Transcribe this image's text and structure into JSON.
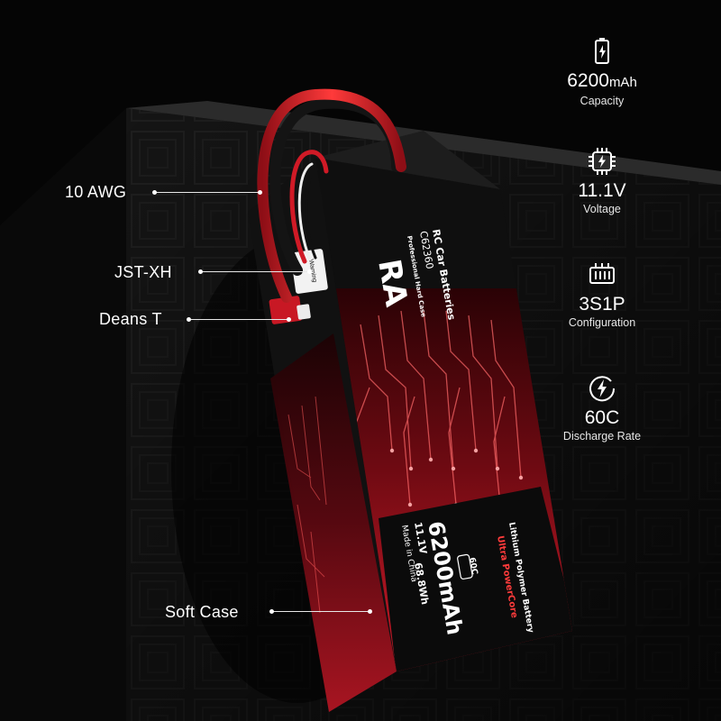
{
  "callouts": {
    "awg": "10 AWG",
    "jst": "JST-XH",
    "deans": "Deans T",
    "case": "Soft Case"
  },
  "specs": [
    {
      "icon": "battery-icon",
      "value": "6200",
      "unit": "mAh",
      "label": "Capacity"
    },
    {
      "icon": "cpu-bolt-icon",
      "value": "11.1V",
      "unit": "",
      "label": "Voltage"
    },
    {
      "icon": "cell-array-icon",
      "value": "3S1P",
      "unit": "",
      "label": "Configuration"
    },
    {
      "icon": "bolt-circle-icon",
      "value": "60C",
      "unit": "",
      "label": "Discharge Rate"
    }
  ],
  "battery_label": {
    "brand_top": "RC Car Batteries",
    "model": "C62360",
    "logo_text": "RA",
    "tagline": "Professional Hard Case",
    "capacity": "6200mAh",
    "voltage": "11.1V",
    "energy": "68.8Wh",
    "c_rating": "60C",
    "origin": "Made in China",
    "type": "Lithium Polymer Battery",
    "series": "Ultra PowerCore",
    "jst_warning": "Warning"
  },
  "colors": {
    "background": "#050505",
    "accent_red": "#d41c2a",
    "case_black": "#0d0d0d"
  }
}
